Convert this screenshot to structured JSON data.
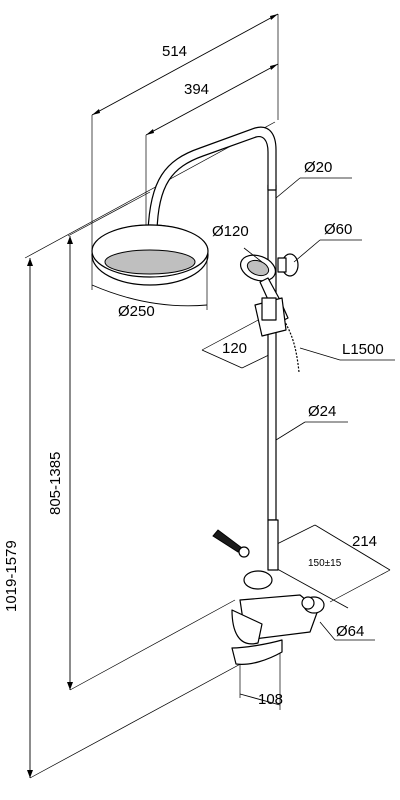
{
  "dimensions": {
    "width_total": "514",
    "arm_length": "394",
    "pipe_upper_diameter": "Ø20",
    "hand_shower_diameter": "Ø120",
    "holder_diameter": "Ø60",
    "head_shower_diameter": "Ø250",
    "slider_offset": "120",
    "hose_length": "L1500",
    "pipe_lower_diameter": "Ø24",
    "height_range_outer": "1019-1579",
    "height_range_inner": "805-1385",
    "mixer_depth": "214",
    "mixer_centers": "150±15",
    "eccentric_diameter": "Ø64",
    "spout_width": "108"
  }
}
